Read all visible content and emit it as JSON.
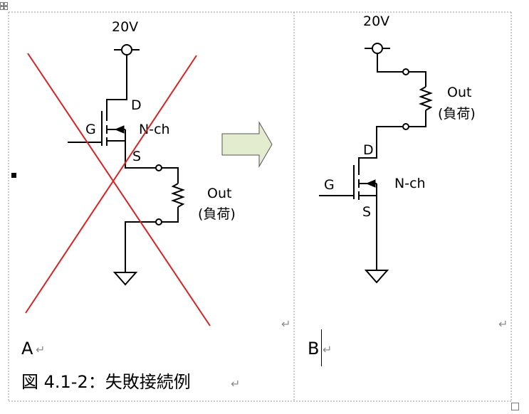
{
  "table": {
    "cells": [
      {
        "supply": "20V",
        "drain": "D",
        "gate": "G",
        "source": "S",
        "channel": "N-ch",
        "load_line1": "Out",
        "load_line2": "(負荷)",
        "label": "A",
        "crossed_out": true
      },
      {
        "supply": "20V",
        "drain": "D",
        "gate": "G",
        "source": "S",
        "channel": "N-ch",
        "load_line1": "Out",
        "load_line2": "(負荷)",
        "label": "B",
        "crossed_out": false
      }
    ],
    "caption": "図 4.1-2：失敗接続例"
  },
  "marks": {
    "paragraph_mark": "↵",
    "cross_color": "#e02020",
    "arrow_fill": "#e4ecd0",
    "border_color": "#9a9a9a"
  },
  "icons": [
    "table-move-handle-icon",
    "table-resize-handle-icon",
    "selection-square-icon",
    "right-arrow-icon",
    "ground-icon",
    "power-terminal-icon",
    "resistor-icon",
    "mosfet-icon"
  ]
}
